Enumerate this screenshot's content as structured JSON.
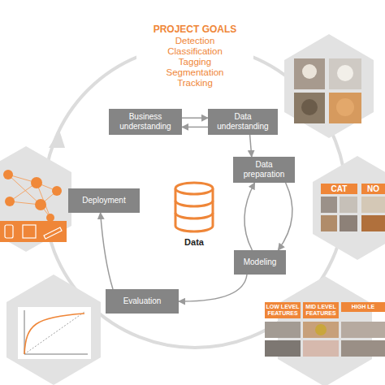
{
  "diagram": {
    "nodes": [
      {
        "text": [
          "Business understanding"
        ]
      },
      {
        "text": [
          "Data understanding"
        ]
      },
      {
        "text": [
          "Data preparation"
        ]
      },
      {
        "text": [
          "Modeling"
        ]
      },
      {
        "text": [
          "Evaluation"
        ]
      },
      {
        "text": [
          "Deployment"
        ]
      },
      {
        "text": [
          "Data"
        ]
      }
    ],
    "edges": [
      {
        "from": 0,
        "to": 1,
        "arrow": "to"
      },
      {
        "from": 1,
        "to": 0,
        "arrow": "to"
      },
      {
        "from": 1,
        "to": 2,
        "arrow": "to"
      },
      {
        "from": 2,
        "to": 3,
        "arrow": "to"
      },
      {
        "from": 3,
        "to": 2,
        "arrow": "to"
      },
      {
        "from": 3,
        "to": 4,
        "arrow": "to"
      },
      {
        "from": 4,
        "to": 5,
        "arrow": "to"
      }
    ],
    "labels": [
      "PROJECT GOALS",
      "Detection",
      "Classification",
      "Tagging",
      "Segmentation",
      "Tracking",
      "CAT",
      "NO",
      "LOW LEVEL FEATURES",
      "MID LEVEL FEATURES",
      "HIGH LE"
    ]
  }
}
